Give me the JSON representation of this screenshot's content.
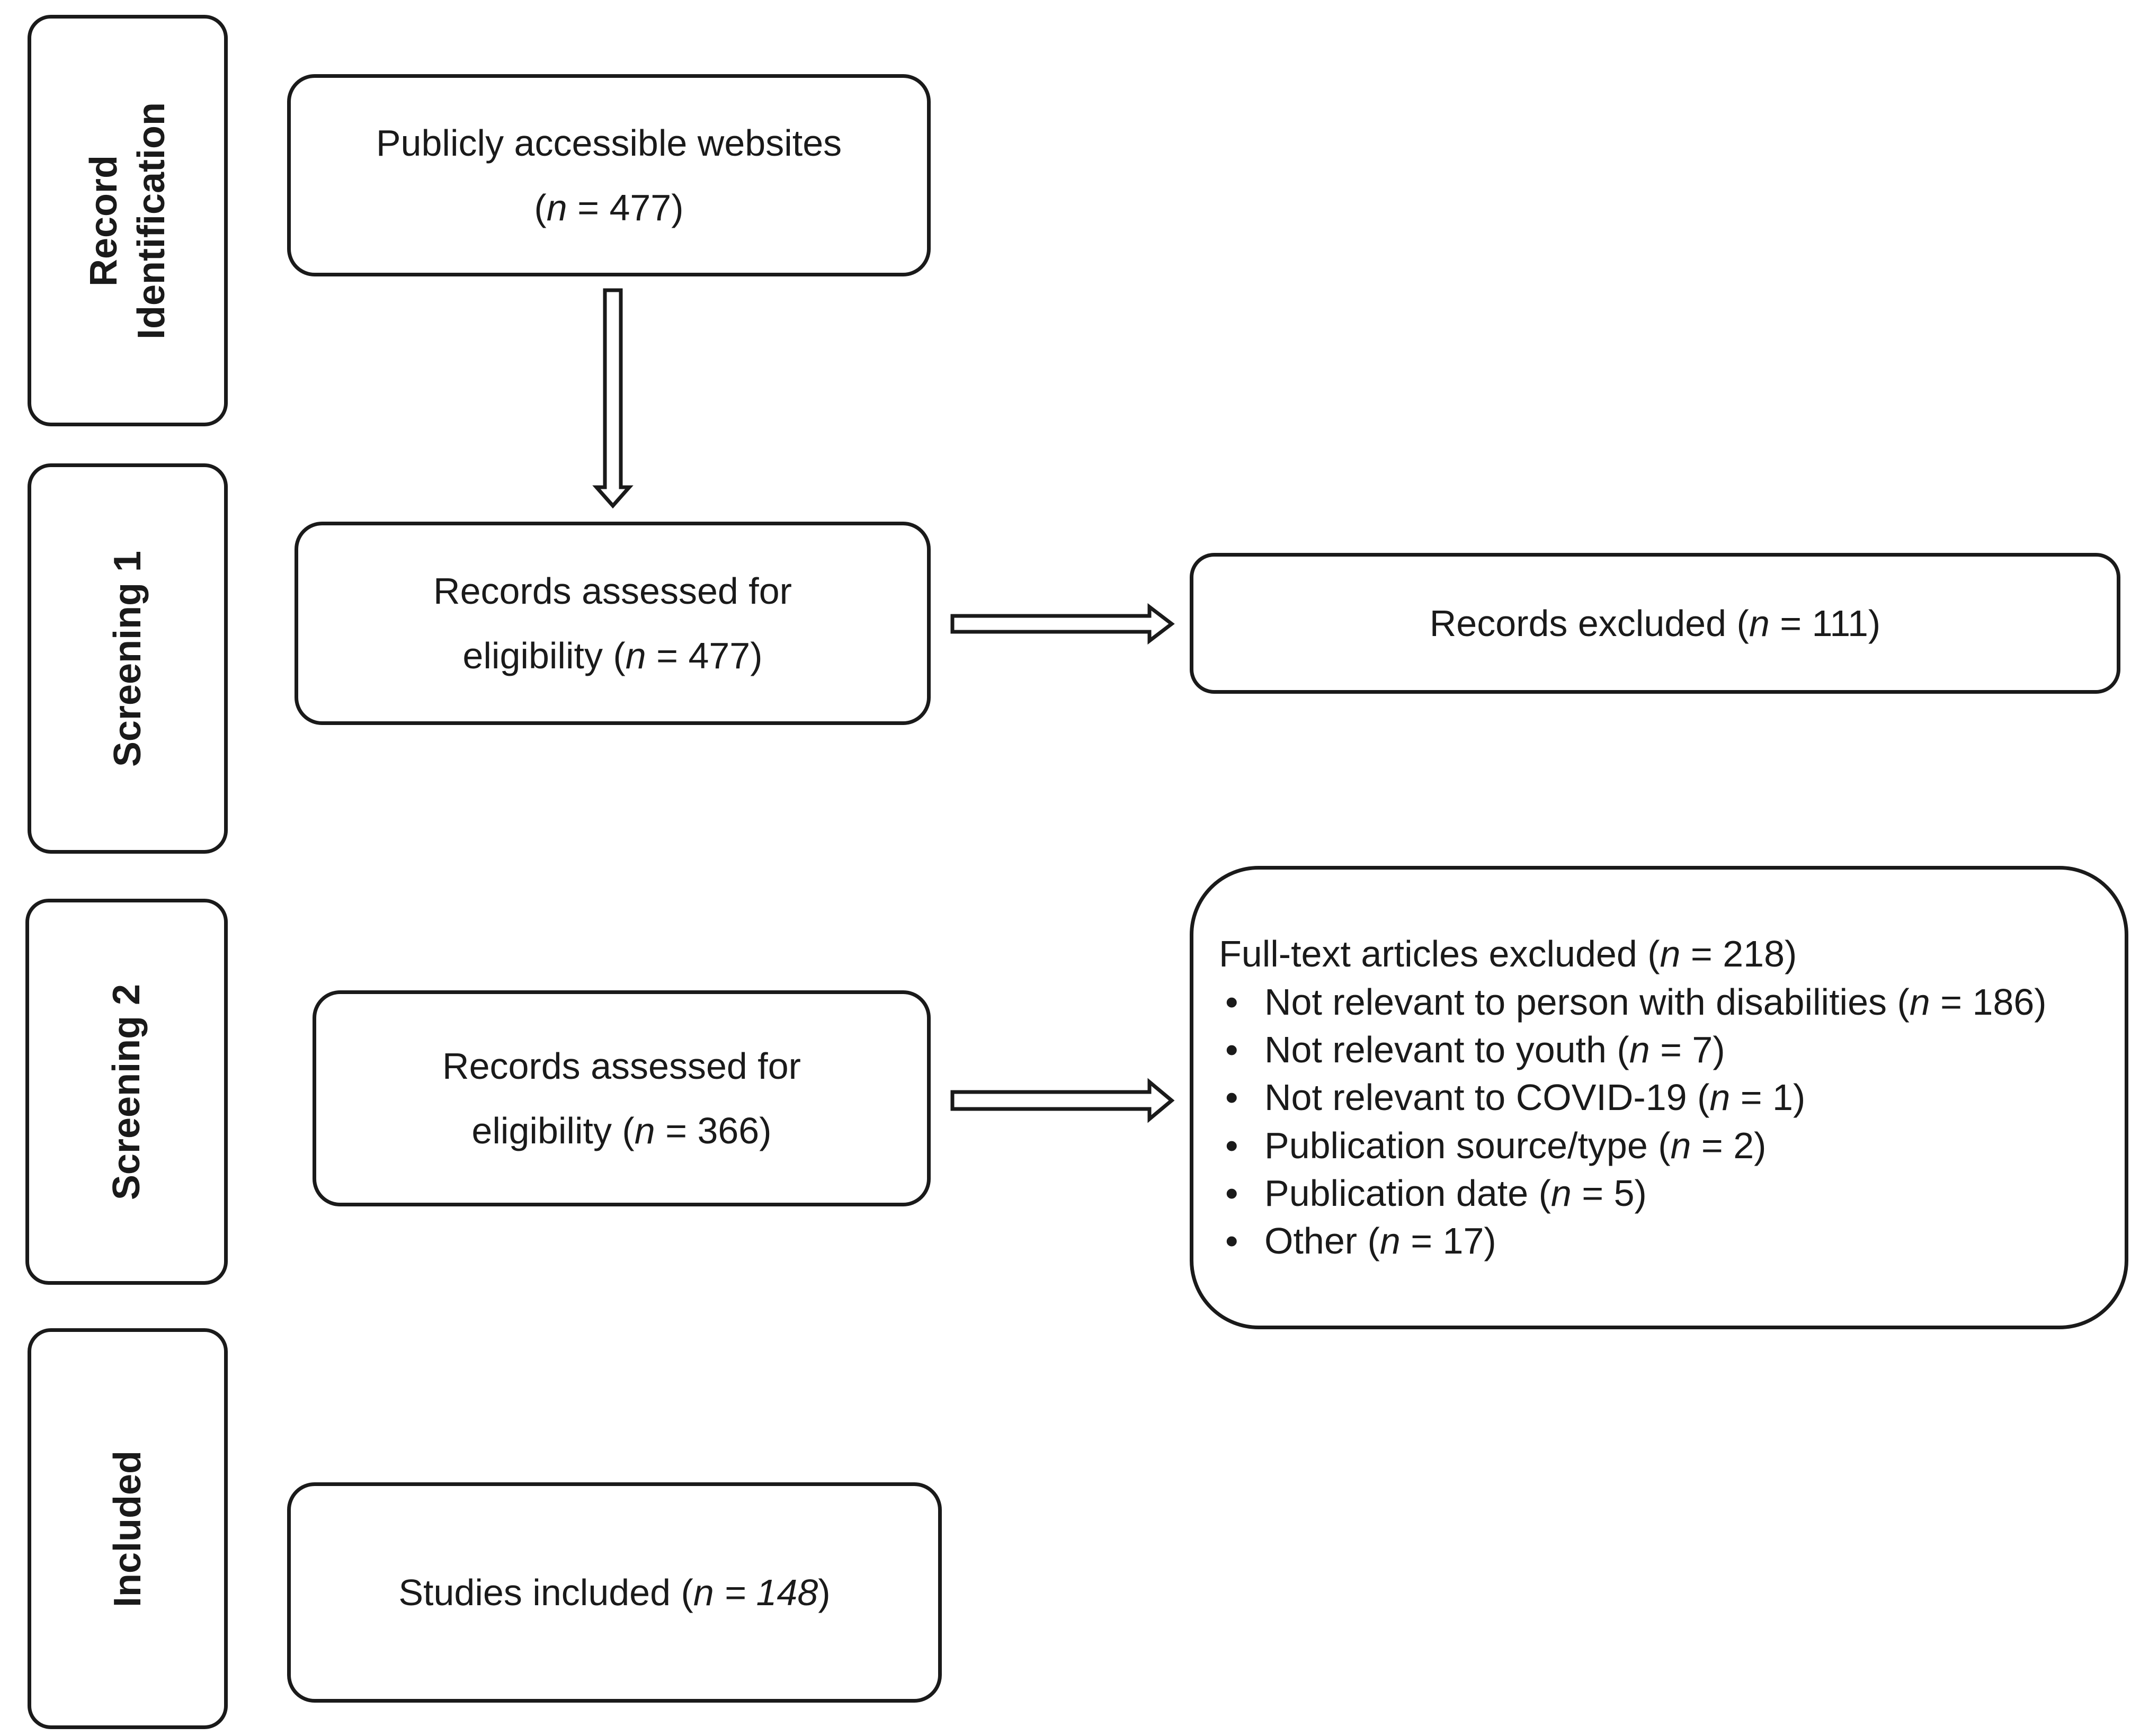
{
  "stages": {
    "identification": {
      "lines": [
        "Record",
        "Identification"
      ]
    },
    "screening1": {
      "lines": [
        "Screening 1"
      ]
    },
    "screening2": {
      "lines": [
        "Screening 2"
      ]
    },
    "included": {
      "lines": [
        "Included"
      ]
    }
  },
  "nodes": {
    "websites": {
      "line1": "Publicly accessible websites",
      "pre": "(",
      "n": "n",
      "rest": " = 477)"
    },
    "assessed1": {
      "line1": "Records assessed for",
      "pre": "eligibility (",
      "n": "n",
      "rest": " = 477)"
    },
    "excluded1": {
      "pre": "Records excluded (",
      "n": "n",
      "rest": " = 111)"
    },
    "assessed2": {
      "line1": "Records assessed for",
      "pre": "eligibility (",
      "n": "n",
      "rest": " = 366)"
    },
    "included": {
      "pre": "Studies included (",
      "n": "n",
      "rest_italic": " = 148",
      "close": ")"
    },
    "fulltext_excluded": {
      "title_pre": "Full-text articles excluded (",
      "title_n": "n",
      "title_rest": " = 218)",
      "bullet_glyph": "•",
      "items": [
        {
          "pre": "Not relevant to person with disabilities (",
          "n": "n",
          "rest": " = 186)"
        },
        {
          "pre": "Not relevant to youth (",
          "n": "n",
          "rest": " = 7)"
        },
        {
          "pre": "Not relevant to COVID-19 (",
          "n": "n",
          "rest": " = 1)"
        },
        {
          "pre": "Publication source/type (",
          "n": "n",
          "rest": " = 2)"
        },
        {
          "pre": "Publication date (",
          "n": "n",
          "rest": " = 5)"
        },
        {
          "pre": "Other (",
          "n": "n",
          "rest": " = 17)"
        }
      ]
    }
  },
  "colors": {
    "stroke": "#1a1a1a",
    "background": "#ffffff"
  }
}
